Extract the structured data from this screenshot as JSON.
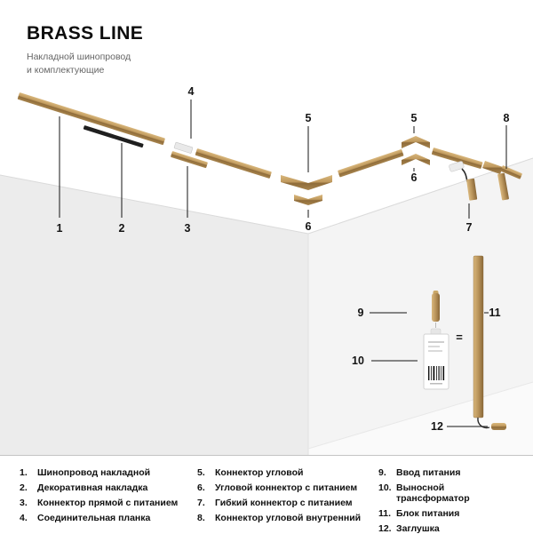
{
  "header": {
    "title": "BRASS LINE",
    "subtitle_line1": "Накладной шинопровод",
    "subtitle_line2": "и комплектующие"
  },
  "callouts": {
    "c1": "1",
    "c2": "2",
    "c3": "3",
    "c4": "4",
    "c5a": "5",
    "c5b": "5",
    "c6a": "6",
    "c6b": "6",
    "c7": "7",
    "c8": "8",
    "c9": "9",
    "c10": "10",
    "c11": "11",
    "c12": "12",
    "equals_sign": "="
  },
  "legend": {
    "columns": [
      [
        {
          "num": "1.",
          "label": "Шинопровод накладной"
        },
        {
          "num": "2.",
          "label": "Декоративная накладка"
        },
        {
          "num": "3.",
          "label": "Коннектор прямой с питанием"
        },
        {
          "num": "4.",
          "label": "Соединительная планка"
        }
      ],
      [
        {
          "num": "5.",
          "label": "Коннектор угловой"
        },
        {
          "num": "6.",
          "label": "Угловой коннектор с питанием"
        },
        {
          "num": "7.",
          "label": "Гибкий коннектор с питанием"
        },
        {
          "num": "8.",
          "label": "Коннектор угловой внутренний"
        }
      ],
      [
        {
          "num": "9.",
          "label": "Ввод питания"
        },
        {
          "num": "10.",
          "label": "Выносной трансформатор"
        },
        {
          "num": "11.",
          "label": "Блок питания"
        },
        {
          "num": "12.",
          "label": "Заглушка"
        }
      ]
    ]
  },
  "colors": {
    "brass": "#b8935a",
    "brass_light": "#d9b77c",
    "brass_dark": "#8a6838",
    "decorative_cover": "#1f1f1f",
    "wall_left": "#ececec",
    "wall_right": "#f4f4f4",
    "text": "#111111"
  }
}
